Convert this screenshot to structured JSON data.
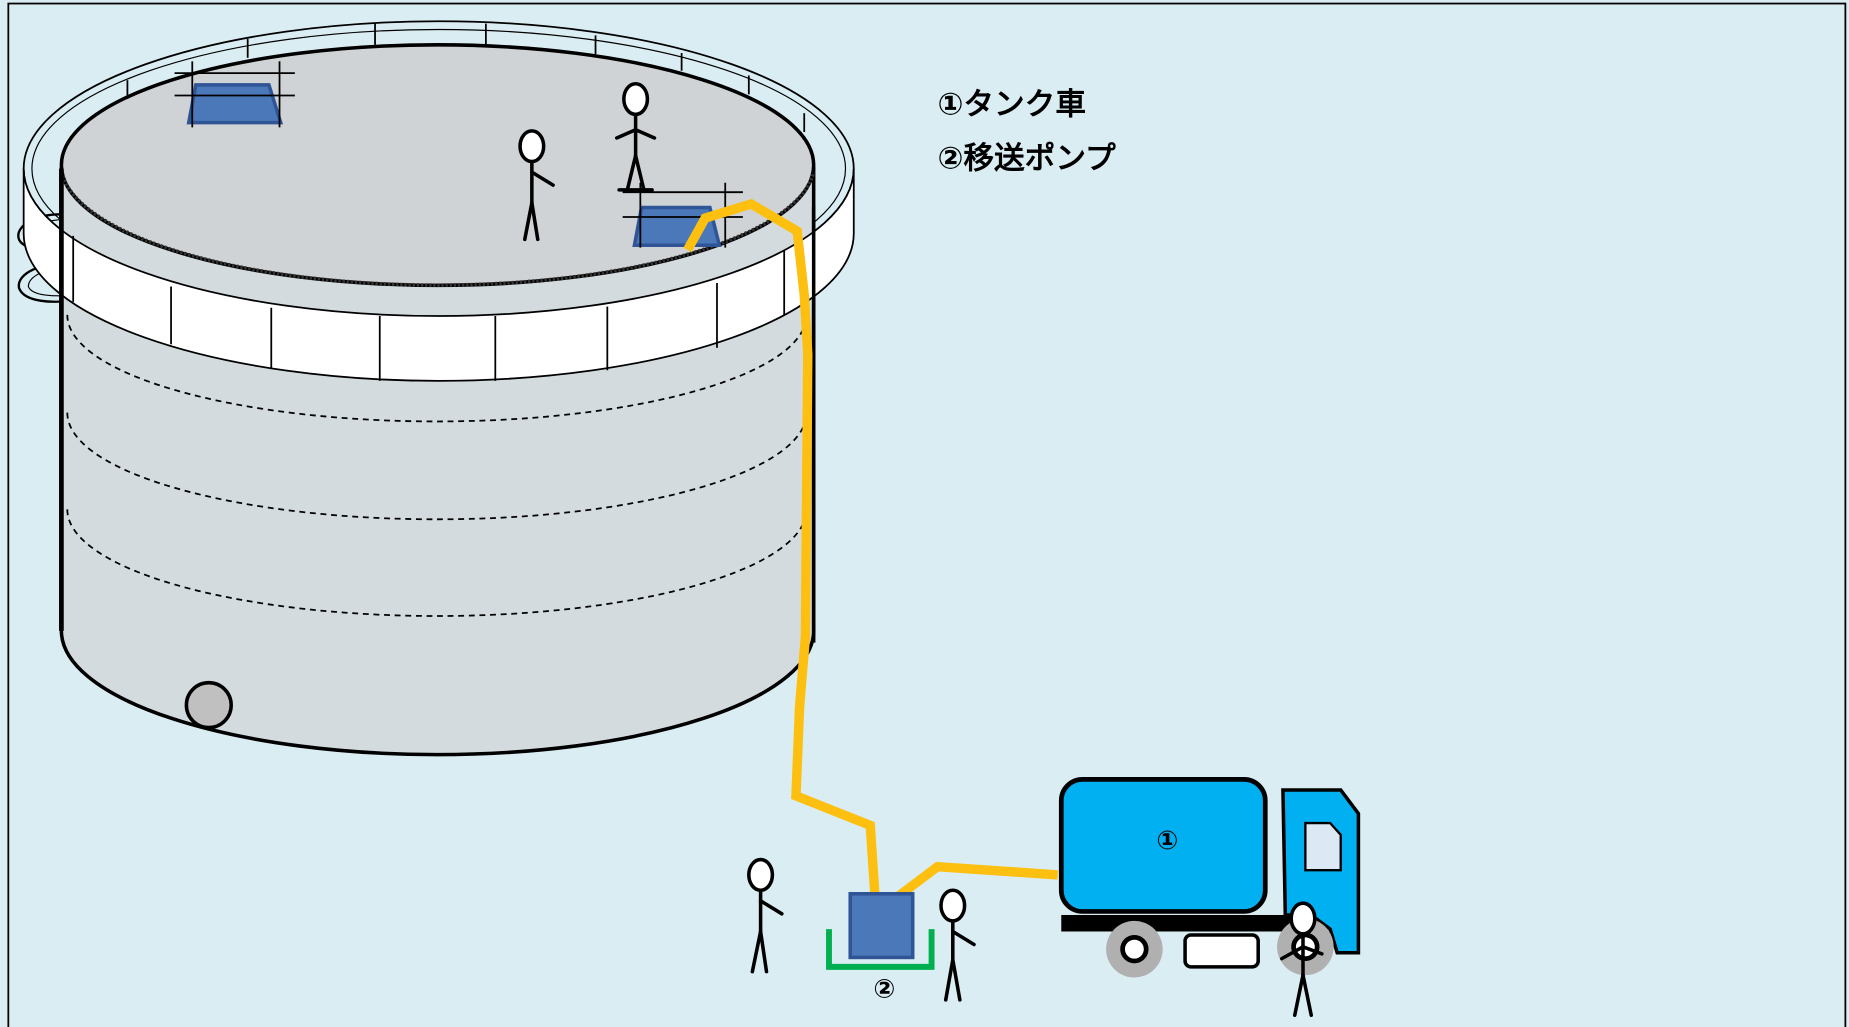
{
  "legend": {
    "items": [
      "①タンク車",
      "②移送ポンプ"
    ]
  },
  "truck": {
    "label": "①"
  },
  "pump": {
    "label": "②"
  },
  "colors": {
    "background": "#daedf3",
    "tank_body": "#d3dbdf",
    "tank_roof": "#d0d3d5",
    "hatch": "#4a78b8",
    "hose": "#fdc010",
    "truck_tank": "#00b0f0",
    "pump_tray": "#00b050",
    "manhole": "#c0c0c0"
  },
  "icons": {
    "storage_tank": "storage-tank-icon",
    "truck": "tank-truck-icon",
    "pump": "transfer-pump-icon",
    "worker": "stick-figure-icon"
  }
}
